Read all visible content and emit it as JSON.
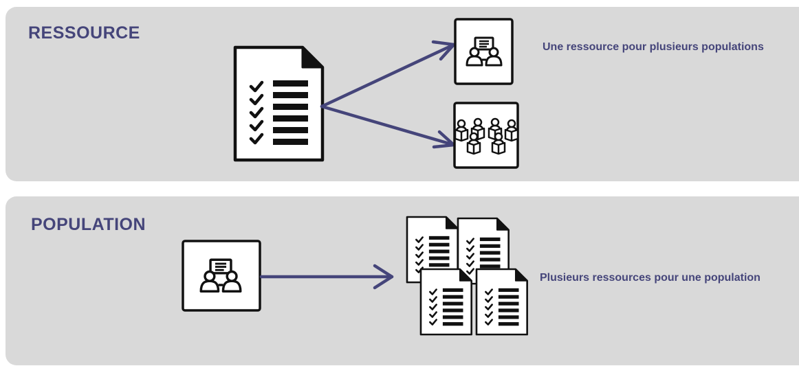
{
  "sections": {
    "ressource": {
      "heading": "RESSOURCE",
      "caption": "Une ressource pour plusieurs populations"
    },
    "population": {
      "heading": "POPULATION",
      "caption": "Plusieurs ressources pour une population"
    }
  },
  "icons": {
    "checklist": "checklist-document-icon",
    "pair": "two-people-at-board-icon",
    "group": "group-of-people-reading-icon"
  },
  "colors": {
    "panel_bg": "#d9d9d9",
    "accent": "#45457a",
    "icon": "#111111"
  }
}
